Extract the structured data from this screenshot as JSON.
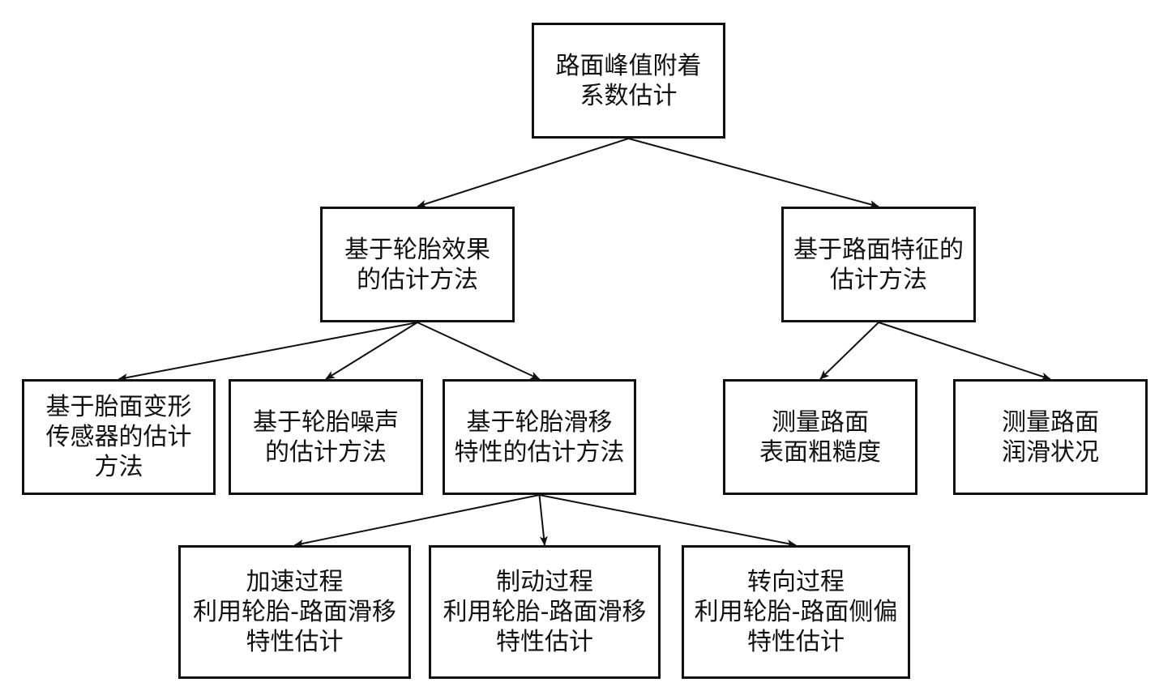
{
  "nodes": {
    "root": "路面峰值附着\n系数估计",
    "tire_effect": "基于轮胎效果\n的估计方法",
    "road_feature": "基于路面特征的\n估计方法",
    "tread_deformation": "基于胎面变形\n传感器的估计\n方法",
    "tire_noise": "基于轮胎噪声\n的估计方法",
    "tire_slip": "基于轮胎滑移\n特性的估计方法",
    "road_roughness": "测量路面\n表面粗糙度",
    "road_wetness": "测量路面\n润滑状况",
    "acceleration": "加速过程\n利用轮胎-路面滑移\n特性估计",
    "braking": "制动过程\n利用轮胎-路面滑移\n特性估计",
    "steering": "转向过程\n利用轮胎-路面侧偏\n特性估计"
  },
  "edges": [
    [
      "root",
      "tire_effect"
    ],
    [
      "root",
      "road_feature"
    ],
    [
      "tire_effect",
      "tread_deformation"
    ],
    [
      "tire_effect",
      "tire_noise"
    ],
    [
      "tire_effect",
      "tire_slip"
    ],
    [
      "road_feature",
      "road_roughness"
    ],
    [
      "road_feature",
      "road_wetness"
    ],
    [
      "tire_slip",
      "acceleration"
    ],
    [
      "tire_slip",
      "braking"
    ],
    [
      "tire_slip",
      "steering"
    ]
  ],
  "colors": {
    "line": "#111111",
    "box_border": "#111111",
    "background": "#ffffff"
  }
}
